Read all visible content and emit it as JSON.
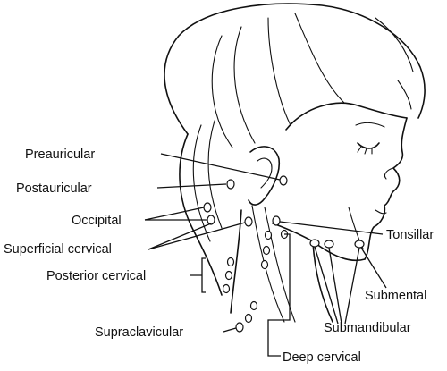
{
  "labels": {
    "preauricular": "Preauricular",
    "postauricular": "Postauricular",
    "occipital": "Occipital",
    "superficial_cervical": "Superficial cervical",
    "posterior_cervical": "Posterior cervical",
    "supraclavicular": "Supraclavicular",
    "deep_cervical": "Deep cervical",
    "tonsillar": "Tonsillar",
    "submental": "Submental",
    "submandibular": "Submandibular"
  },
  "colors": {
    "ink": "#111111",
    "background": "#ffffff"
  }
}
